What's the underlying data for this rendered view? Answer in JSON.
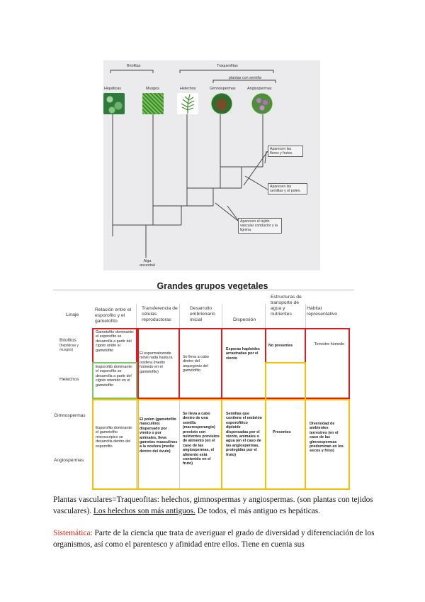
{
  "phylogeny": {
    "groups": {
      "briofitas": "Briofitas",
      "traqueofitas": "Traqueofitas",
      "plantas_con_semilla": "plantas con semilla"
    },
    "taxa": [
      "Hepáticas",
      "Musgos",
      "Helechos",
      "Gimnospermas",
      "Angiospermas"
    ],
    "root_label": "Alga ancestral",
    "events": {
      "flores": "Aparecen las flores y frutos.",
      "semillas": "Aparecen las semillas y el polen.",
      "vascular": "Aparecen el tejido vascular conductor y la lignina."
    }
  },
  "table": {
    "title": "Grandes grupos vegetales",
    "headers": {
      "linaje": "Linaje",
      "relacion": "Relación entre el esporofito y el gametofito",
      "transferencia": "Transferencia de células reproductoras",
      "desarrollo": "Desarrollo embrionario inicial",
      "dispersion": "Dispersión",
      "estructuras": "Estructuras de transporte de agua y nutrientes",
      "habitat": "Hábitat representativo"
    },
    "rows": {
      "briofitos": "Briofitos",
      "briofitos_sub": "(hepáticas y musgos)",
      "helechos": "Helechos",
      "gimnospermas": "Gimnospermas",
      "angiospermas": "Angiospermas"
    },
    "cells": {
      "rel_briofitos": "Gametofito dominante: el esporofito se desarrolla a partir del cigoto unido al gametofito",
      "rel_helechos": "Esporofito dominante: el esporofito se desarrolla a partir del cigoto retenido en el gametofito",
      "rel_semillas": "Esporofito dominante: el gametofito microscópico se desarrolla dentro del esporofito",
      "trans_sin_semilla": "El espermatozoide móvil nada hasta la oosfera (medio húmedo en el gametofito)",
      "trans_semillas": "El polen (gametofito masculino) dispersado por viento o por animales, lleva gametos masculinos a la oosfera (medio dentro del óvulo)",
      "des_sin_semilla": "Se lleva a cabo dentro del arquegonio del gametofito",
      "des_semillas": "Se lleva a cabo dentro de una semilla (macrosporangio) provisto con nutrientes provistos de alimento (en el caso de las angiospermas, el alimento está contenido en el fruto)",
      "disp_sin_semilla": "Esporas haploides arrastradas por el viento",
      "disp_semillas": "Semillas que contiene el embrión esporofítico diploide dispersadas por el viento, animales o agua (en el caso de las angiospermas, protegidas por el fruto)",
      "est_sin": "No presentes",
      "est_con": "Presentes",
      "hab_humedo": "Terrestre húmedo",
      "hab_diverso": "Diversidad de ambientes terrestres (en el caso de las gimnospermas predominan en los secos y fríos)"
    }
  },
  "text": {
    "p1_a": "Plantas vasculares=Traqueofitas: helechos, gimnospermas y angiospermas. (son plantas con tejidos vasculares). ",
    "p1_u": "Los helechos son más antiguos.",
    "p1_b": " De todos, el más antiguo es hepáticas.",
    "p2_term": "Sistemática",
    "p2_rest": ": Parte de la ciencia que trata de averiguar el grado de diversidad y diferenciación de los organismos, así como el parentesco y afinidad entre ellos. Tiene en cuenta sus"
  },
  "colors": {
    "red_border": "#e11b22",
    "yellow_border": "#f2c200",
    "green_border": "#7cc36b",
    "term_red": "#e0261b"
  }
}
